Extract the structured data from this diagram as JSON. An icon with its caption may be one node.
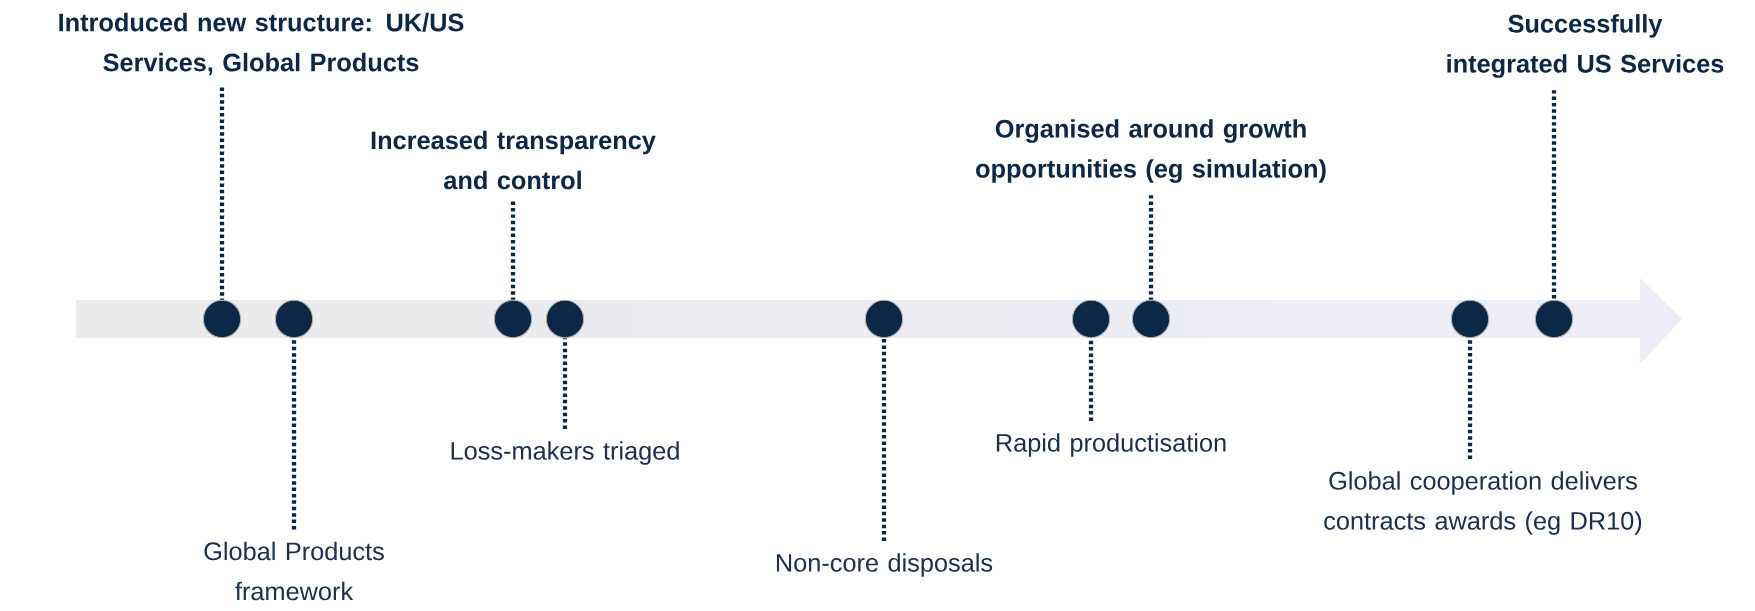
{
  "diagram": {
    "nodes": [
      {
        "text": [
          "Introduced new structure: UK/US Services, Global Products"
        ]
      },
      {
        "text": [
          "Increased transparency and control"
        ]
      },
      {
        "text": [
          "Organised around growth opportunities (eg simulation)"
        ]
      },
      {
        "text": [
          "Successfully integrated US Services"
        ]
      },
      {
        "text": [],
        "shape": "circle"
      },
      {
        "text": [],
        "shape": "circle"
      },
      {
        "text": [],
        "shape": "circle"
      },
      {
        "text": [],
        "shape": "circle"
      },
      {
        "text": [],
        "shape": "circle"
      },
      {
        "text": [],
        "shape": "circle"
      },
      {
        "text": [],
        "shape": "circle"
      },
      {
        "text": [],
        "shape": "circle"
      },
      {
        "text": [],
        "shape": "circle"
      },
      {
        "text": [
          "Global Products framework"
        ]
      },
      {
        "text": [
          "Loss-makers triaged"
        ]
      },
      {
        "text": [
          "Non-core disposals"
        ]
      },
      {
        "text": [
          "Rapid productisation"
        ]
      },
      {
        "text": [
          "Global cooperation delivers contracts awards (eg DR10)"
        ]
      }
    ],
    "edges": [
      {
        "from": 0,
        "to": 4,
        "arrow": "none",
        "style": "dashed"
      },
      {
        "from": 13,
        "to": 5,
        "arrow": "none",
        "style": "dashed"
      },
      {
        "from": 1,
        "to": 6,
        "arrow": "none",
        "style": "dashed"
      },
      {
        "from": 14,
        "to": 7,
        "arrow": "none",
        "style": "dashed"
      },
      {
        "from": 15,
        "to": 8,
        "arrow": "none",
        "style": "dashed"
      },
      {
        "from": 16,
        "to": 9,
        "arrow": "none",
        "style": "dashed"
      },
      {
        "from": 2,
        "to": 10,
        "arrow": "none",
        "style": "dashed"
      },
      {
        "from": 17,
        "to": 11,
        "arrow": "none",
        "style": "dashed"
      },
      {
        "from": 3,
        "to": 12,
        "arrow": "none",
        "style": "dashed"
      }
    ]
  }
}
